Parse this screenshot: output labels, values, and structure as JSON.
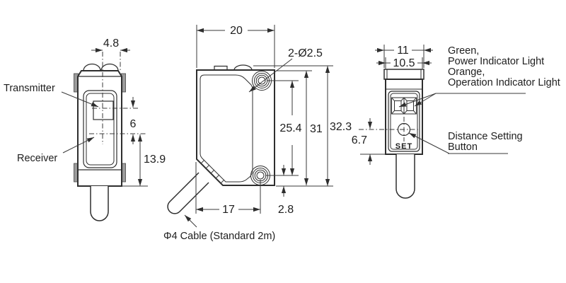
{
  "front_view": {
    "labels": {
      "transmitter": "Transmitter",
      "receiver": "Receiver"
    },
    "dims": {
      "emitter_axis_offset": "4.8",
      "beam_spacing": "6",
      "receiver_to_bottom": "13.9"
    }
  },
  "side_view": {
    "dims": {
      "depth": "20",
      "holes": "2-Ø2.5",
      "hole_pitch": "25.4",
      "body_height": "31",
      "overall_height": "32.3",
      "hole_to_front": "17",
      "hole_to_bottom": "2.8"
    },
    "cable_label": "Φ4 Cable (Standard 2m)"
  },
  "rear_view": {
    "dims": {
      "head_width": "11",
      "body_width": "10.5",
      "button_to_bottom": "6.7"
    },
    "set_button": "SET",
    "indicator_note": {
      "l1": "Green,",
      "l2": "Power Indicator Light",
      "l3": "Orange,",
      "l4": "Operation Indicator Light"
    },
    "button_note": {
      "l1": "Distance Setting",
      "l2": "Button"
    }
  },
  "colors": {
    "line": "#2e2e2e",
    "background": "#ffffff",
    "tab_gray": "#9b9b9b"
  }
}
